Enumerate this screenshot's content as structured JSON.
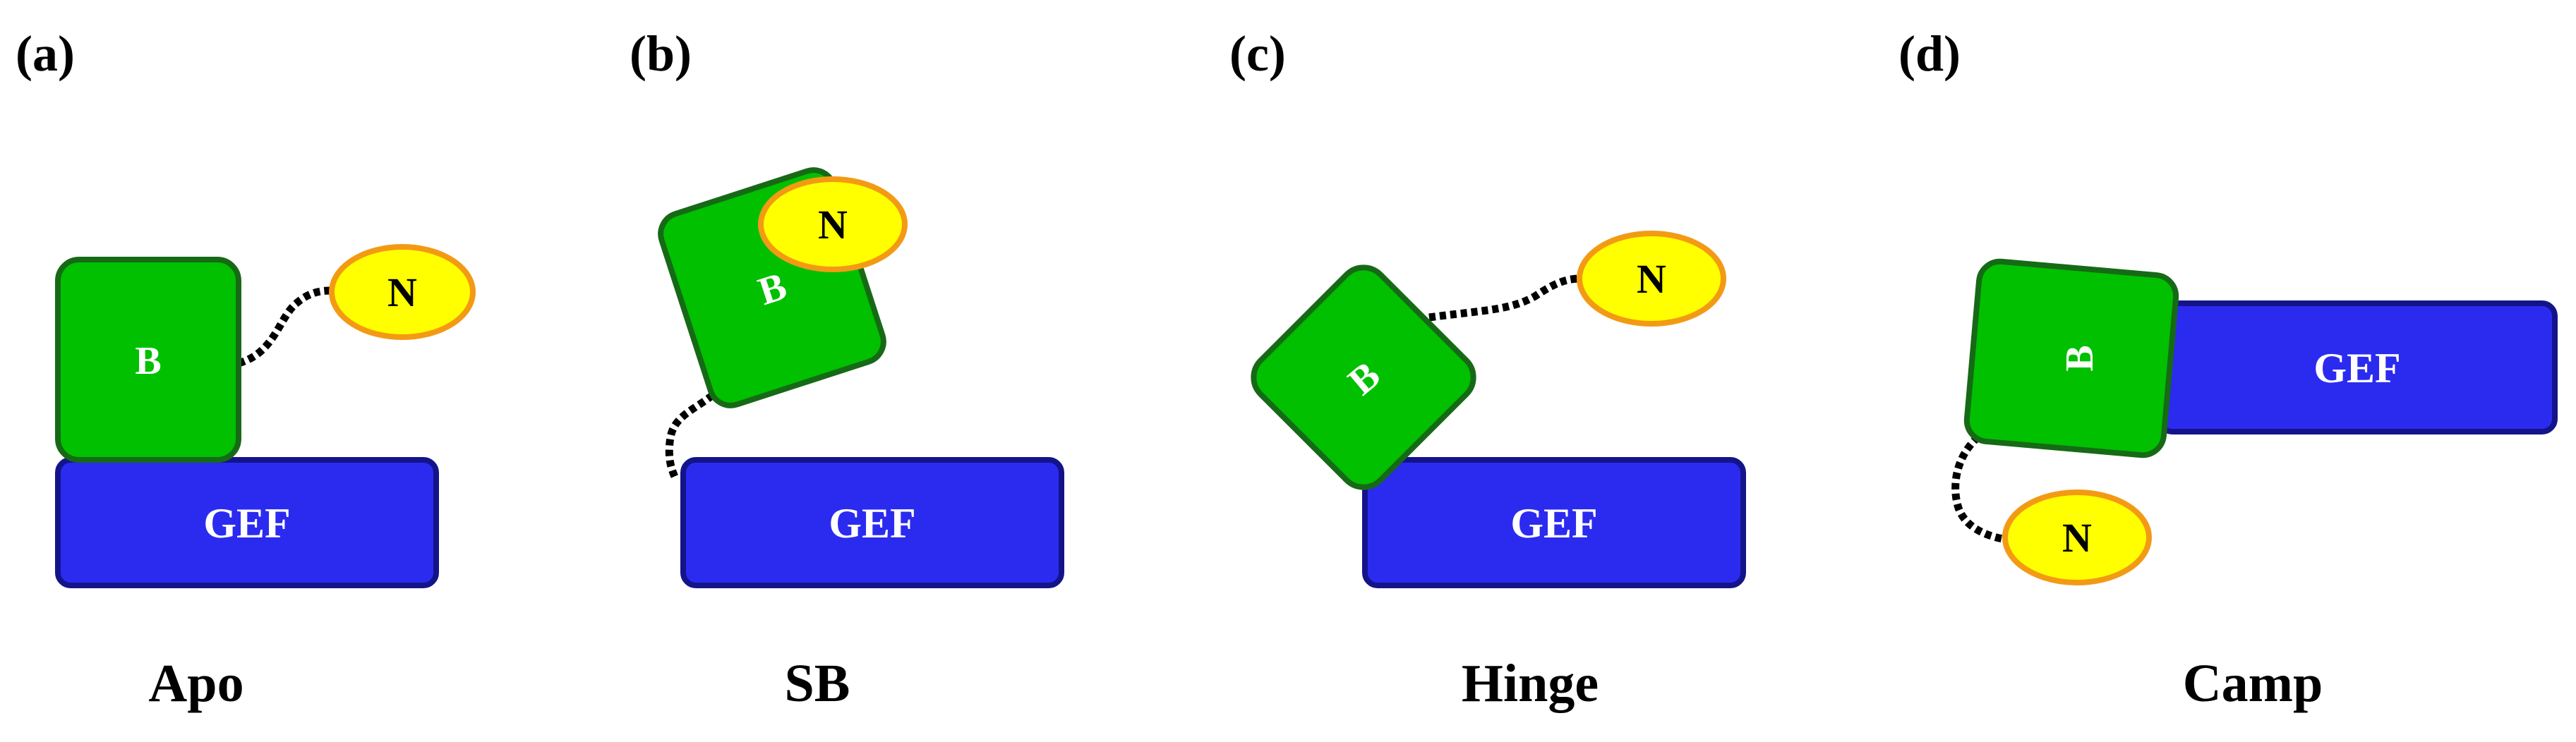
{
  "colors": {
    "gef_fill": "#2b2bf0",
    "gef_stroke": "#14148a",
    "b_fill": "#00c000",
    "b_stroke": "#166a16",
    "n_fill": "#ffff00",
    "n_stroke": "#f39a14",
    "linker": "#000000"
  },
  "panels": [
    {
      "letter": "(a)",
      "caption": "Apo",
      "gef": "GEF",
      "b": "B",
      "n": "N"
    },
    {
      "letter": "(b)",
      "caption": "SB",
      "gef": "GEF",
      "b": "B",
      "n": "N"
    },
    {
      "letter": "(c)",
      "caption": "Hinge",
      "gef": "GEF",
      "b": "B",
      "n": "N"
    },
    {
      "letter": "(d)",
      "caption": "Camp",
      "gef": "GEF",
      "b": "B",
      "n": "N"
    }
  ]
}
